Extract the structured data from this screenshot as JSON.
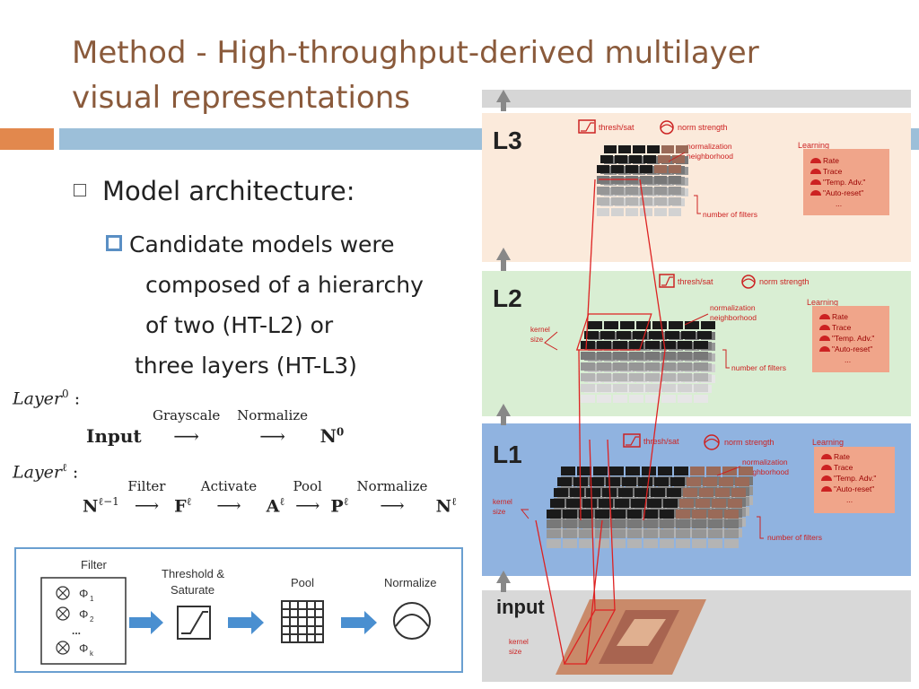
{
  "slide": {
    "title": "Method - High-throughput-derived multilayer visual representations",
    "bullet1": "Model architecture:",
    "sub_lines": [
      "Candidate models were",
      " composed of a hierarchy",
      " of two (HT-L2) or",
      "three layers (HT-L3)"
    ]
  },
  "equations": {
    "layer0": "Layer",
    "layer0_sup": "0",
    "colon": ":",
    "input": "Input",
    "grayscale": "Grayscale",
    "normalize": "Normalize",
    "n0": "N",
    "n0_sup": "0",
    "layerl": "Layer",
    "layerl_sup": "ℓ",
    "nl1": "N",
    "nl1_sup": "ℓ−1",
    "filter": "Filter",
    "activate": "Activate",
    "pool": "Pool",
    "normalize2": "Normalize",
    "F": "F",
    "A": "A",
    "P": "P",
    "N": "N",
    "sup_l": "ℓ"
  },
  "diagram": {
    "layers": [
      "L3",
      "L2",
      "L1",
      "input"
    ],
    "thresh_sat": "thresh/sat",
    "norm_strength": "norm strength",
    "normalization": "normalization",
    "neighborhood": "neighborhood",
    "number_of_filters": "number of filters",
    "kernel": "kernel",
    "size": "size",
    "learning": "Learning",
    "learning_items": [
      "Rate",
      "Trace",
      "\"Temp. Adv.\"",
      "\"Auto-reset\"",
      "..."
    ],
    "colors": {
      "l3_bg": "#fbeadb",
      "l2_bg": "#d9eed3",
      "l1_bg": "#90b3e0",
      "input_bg": "#d8d8d8",
      "accent": "#cc2222",
      "learning_box": "#f0a58a"
    }
  },
  "flow": {
    "filter": "Filter",
    "phis": [
      "Φ",
      "Φ",
      "Φ"
    ],
    "phi_subs": [
      "1",
      "2",
      "k"
    ],
    "dots": "...",
    "threshold": "Threshold &",
    "saturate": "Saturate",
    "pool": "Pool",
    "normalize": "Normalize"
  }
}
